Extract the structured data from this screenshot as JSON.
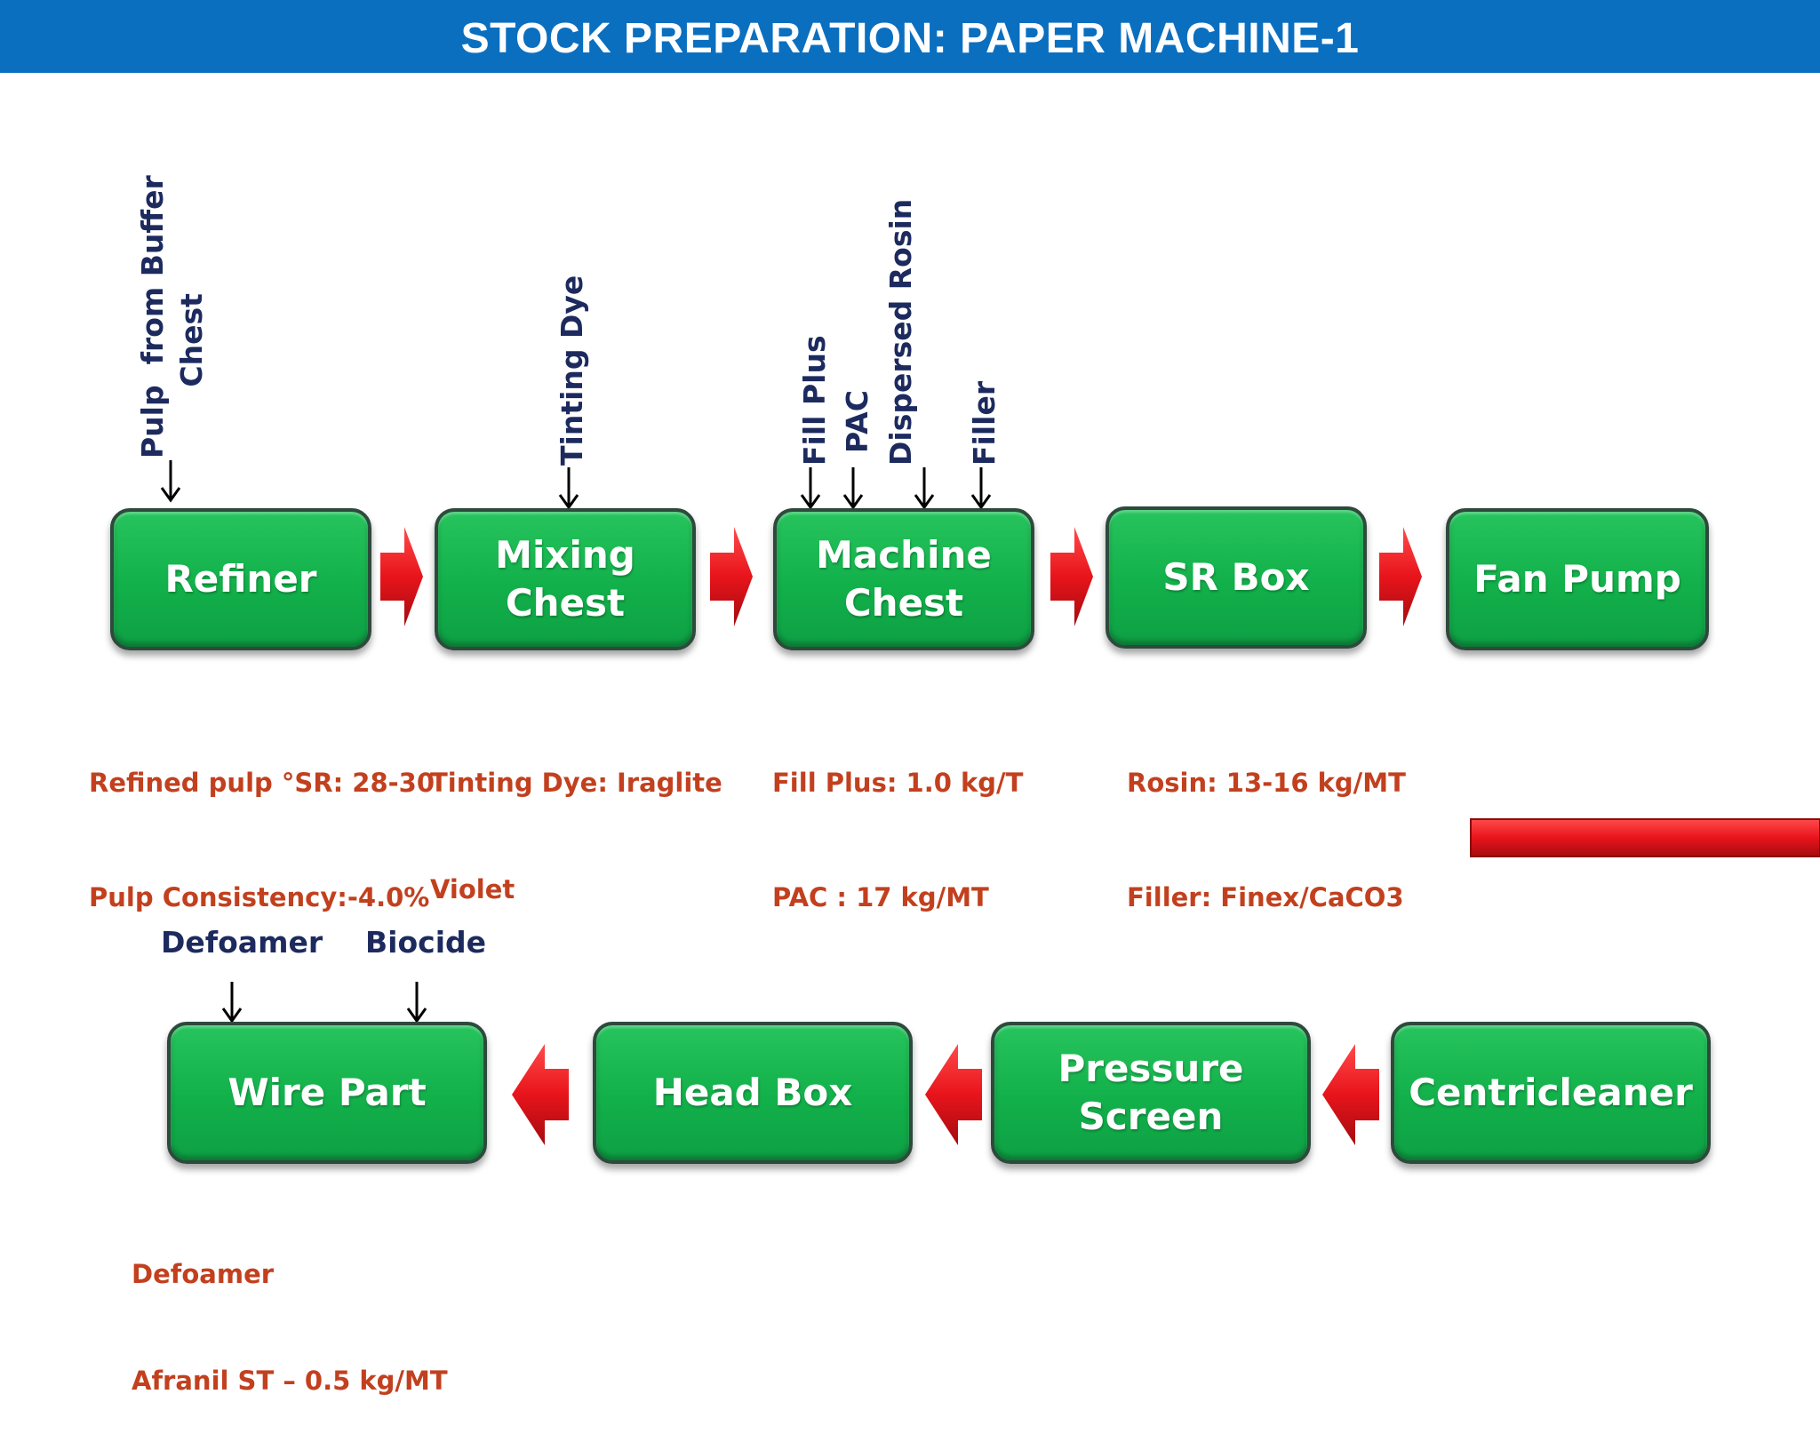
{
  "title": "STOCK PREPARATION: PAPER MACHINE-1",
  "colors": {
    "header_bg": "#0b6fc0",
    "box_fill": "#14b04c",
    "arrow_red": "#e8141b",
    "note_text": "#c2401e",
    "input_text": "#1c2a5e"
  },
  "top_row": {
    "boxes": [
      {
        "label": "Refiner"
      },
      {
        "label": "Mixing\nChest"
      },
      {
        "label": "Machine\nChest"
      },
      {
        "label": "SR Box"
      },
      {
        "label": "Fan Pump"
      }
    ],
    "inputs": [
      {
        "label": "Pulp  from Buffer\n       Chest"
      },
      {
        "label": "Tinting Dye"
      },
      {
        "label": "Fill Plus"
      },
      {
        "label": "PAC"
      },
      {
        "label": "Dispersed Rosin"
      },
      {
        "label": "Filler"
      }
    ],
    "notes": [
      {
        "lines": [
          "Refined pulp °SR: 28-30",
          "Pulp Consistency:-4.0%"
        ]
      },
      {
        "lines": [
          "Tinting Dye: Iraglite",
          "Violet"
        ]
      },
      {
        "lines": [
          "Fill Plus: 1.0 kg/T",
          "PAC : 17 kg/MT"
        ]
      },
      {
        "lines": [
          "Rosin: 13-16 kg/MT",
          "Filler: Finex/CaCO3"
        ]
      }
    ]
  },
  "bottom_row": {
    "boxes": [
      {
        "label": "Wire Part"
      },
      {
        "label": "Head Box"
      },
      {
        "label": "Pressure\nScreen"
      },
      {
        "label": "Centricleaner"
      }
    ],
    "inputs": [
      {
        "label": "Defoamer"
      },
      {
        "label": "Biocide"
      }
    ],
    "notes": [
      {
        "lines": [
          "Defoamer",
          "Afranil ST – 0.5 kg/MT"
        ]
      }
    ]
  }
}
